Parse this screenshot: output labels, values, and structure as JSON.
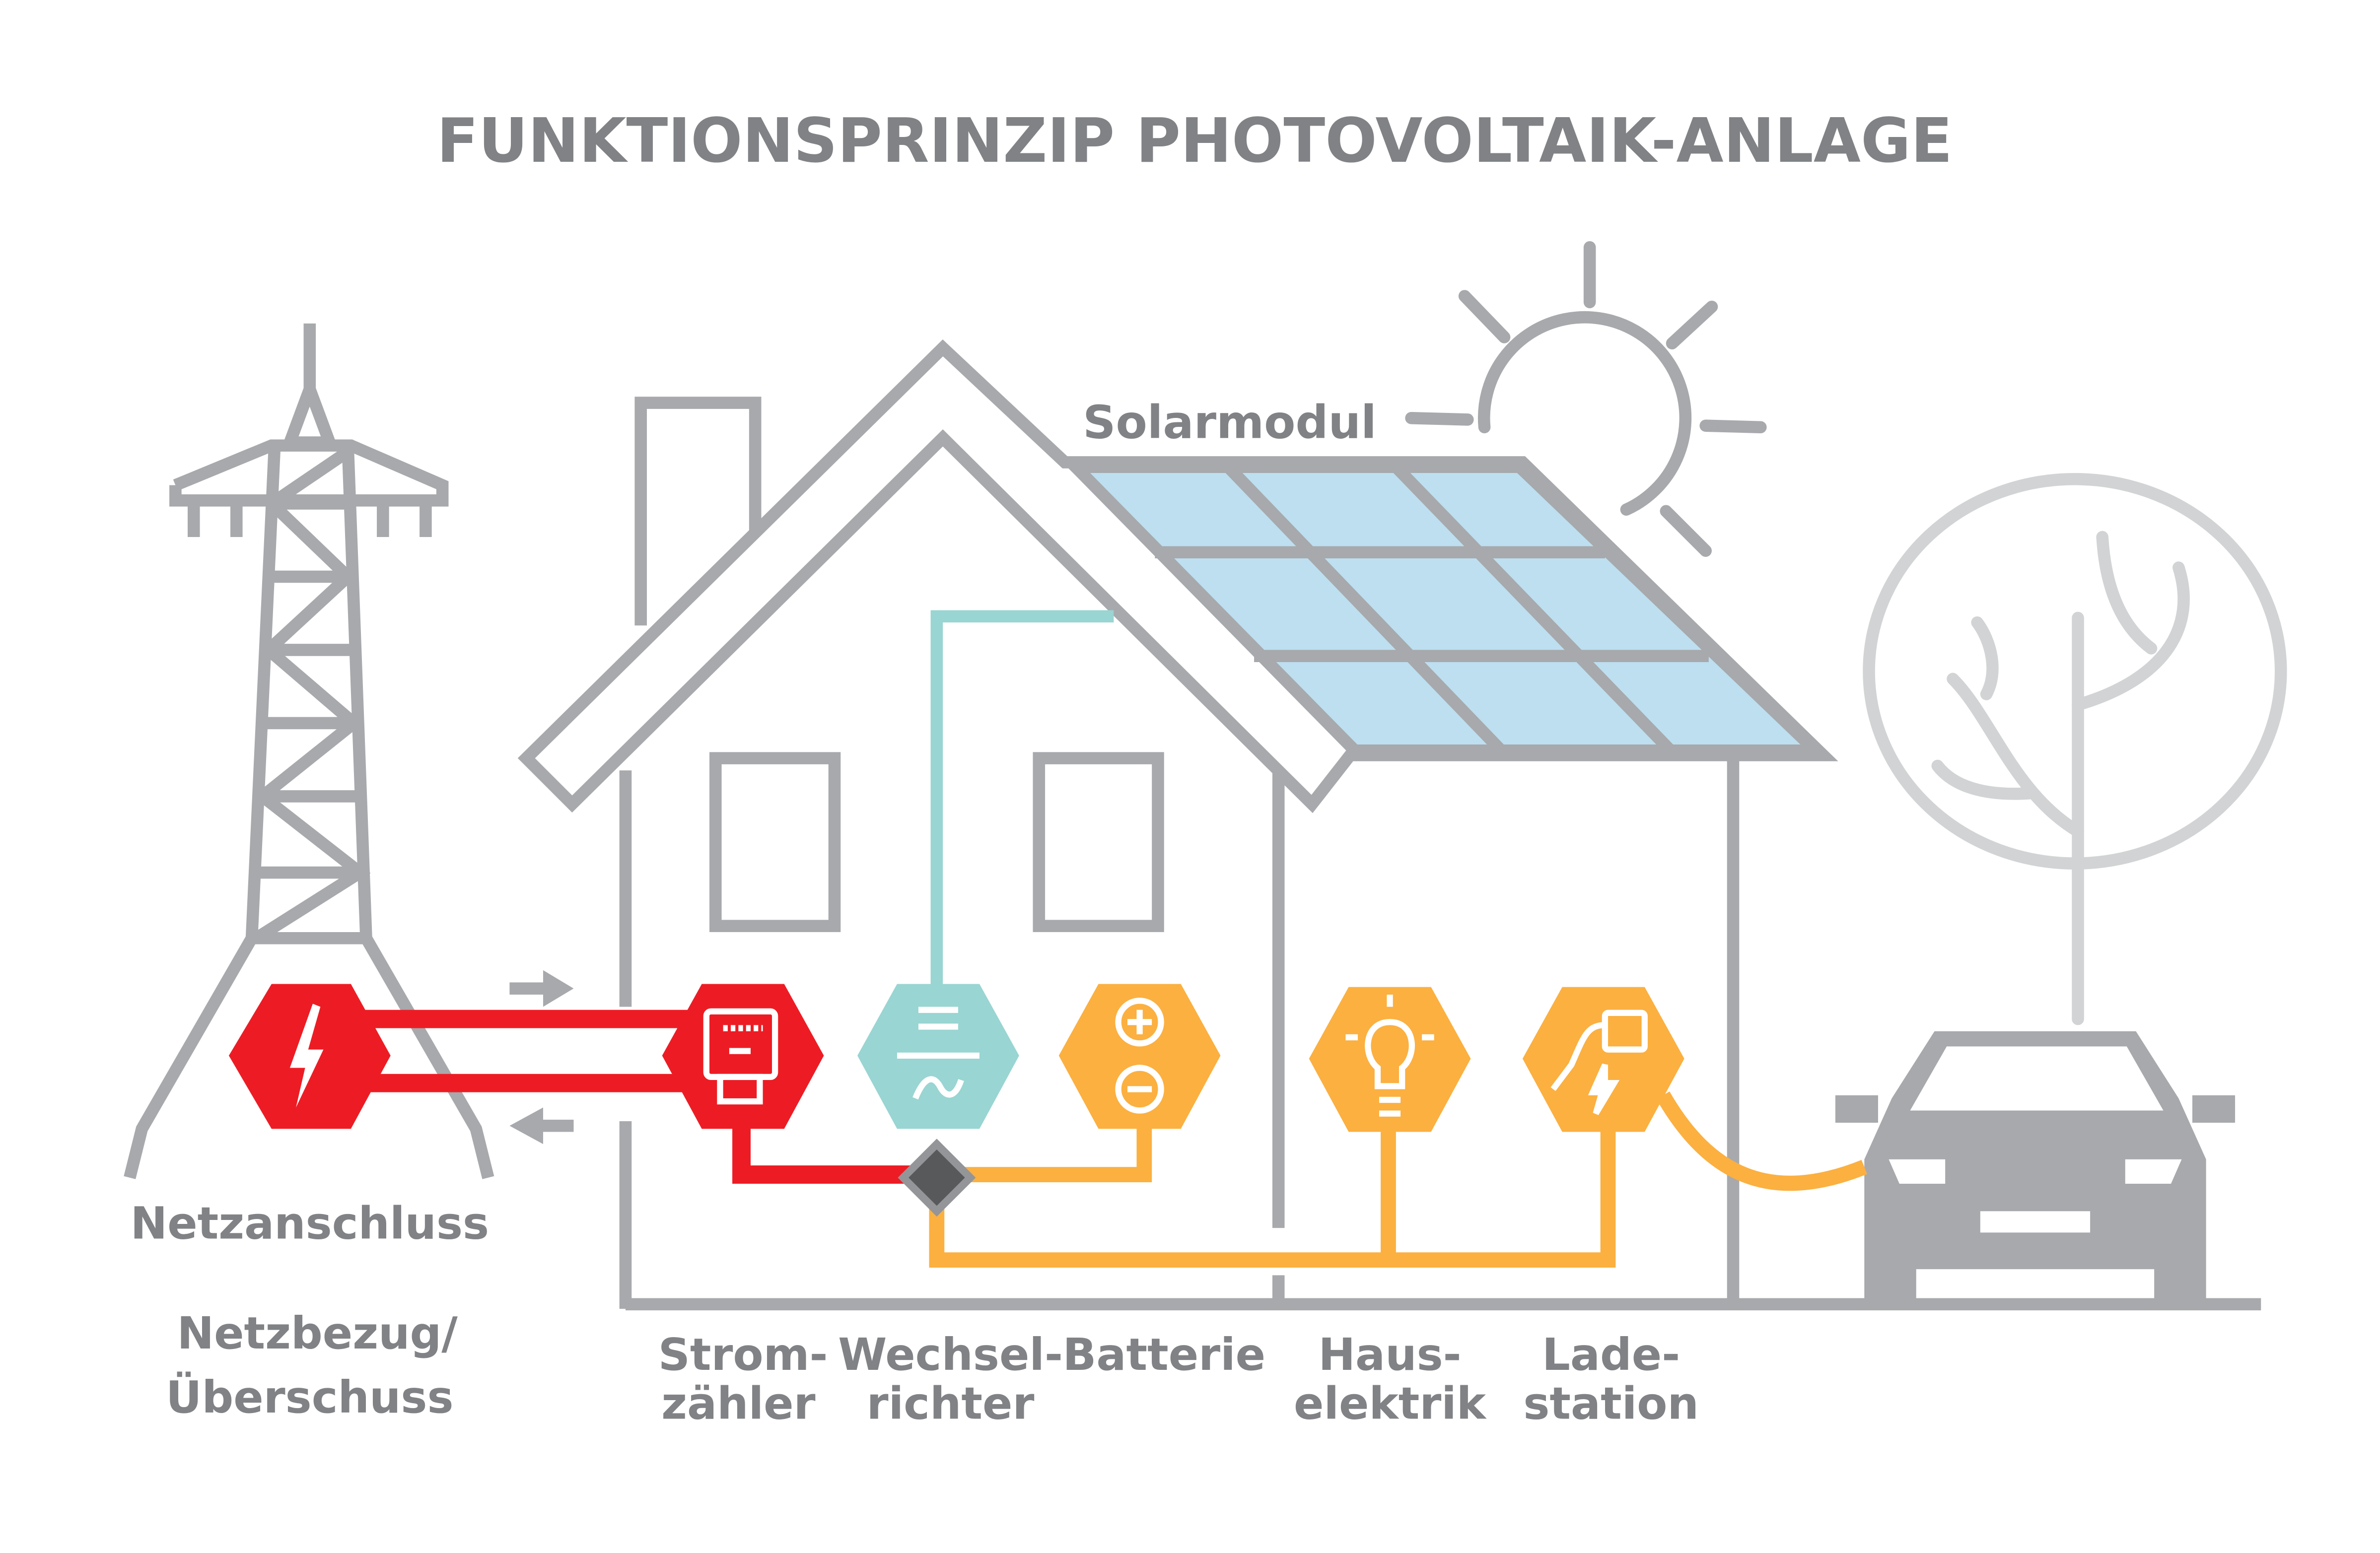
{
  "title": "FUNKTIONSPRINZIP PHOTOVOLTAIK-ANLAGE",
  "labels": {
    "solarmodul": "Solarmodul",
    "netzanschluss": "Netzanschluss",
    "netzbezug_1": "Netzbezug/",
    "netzbezug_2": "Überschuss",
    "stromzaehler_1": "Strom-",
    "stromzaehler_2": "zähler",
    "wechselrichter_1": "Wechsel-",
    "wechselrichter_2": "richter",
    "batterie": "Batterie",
    "hauselektrik_1": "Haus-",
    "hauselektrik_2": "elektrik",
    "ladestation_1": "Lade-",
    "ladestation_2": "station"
  },
  "colors": {
    "grid": "#ed1c24",
    "inverter": "#99d5d2",
    "consumer": "#fbb040",
    "structure": "#a7a9ac",
    "solar": "#bddff0",
    "text": "#808285"
  }
}
